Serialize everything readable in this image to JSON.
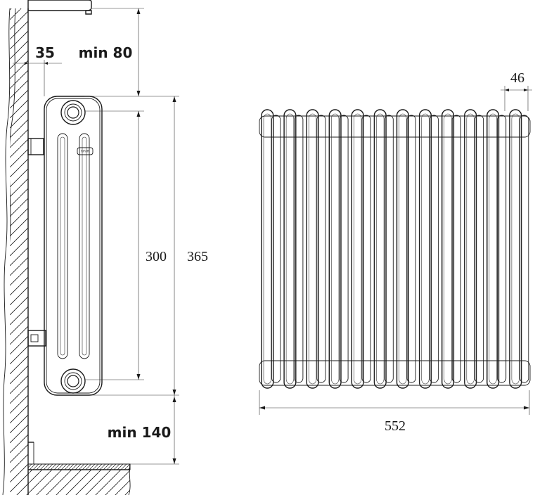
{
  "dimensions": {
    "wall_gap": "35",
    "top_clearance": "min 80",
    "center_distance": "300",
    "total_height": "365",
    "floor_clearance": "min 140",
    "section_width": "46",
    "total_width": "552"
  },
  "logo_text": "RIFAR",
  "front_view": {
    "sections": 12
  }
}
